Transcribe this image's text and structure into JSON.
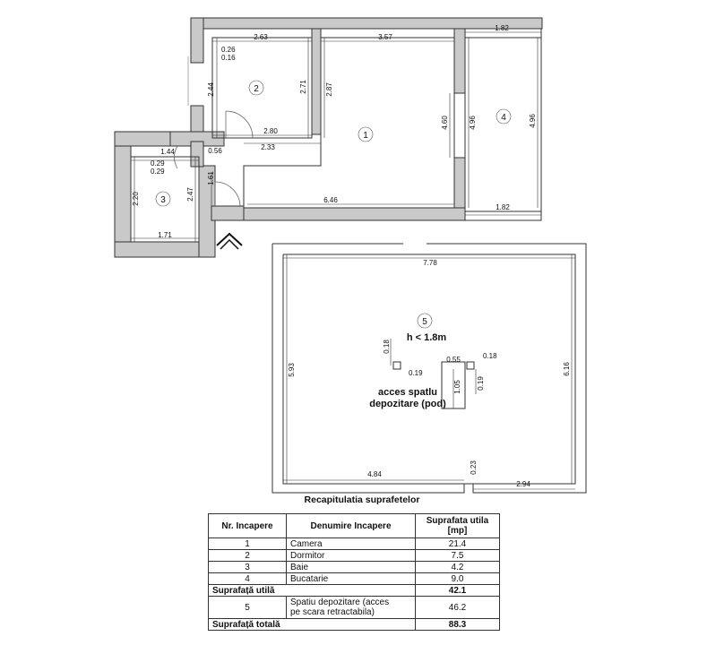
{
  "plan": {
    "rooms": [
      {
        "num": "1"
      },
      {
        "num": "2"
      },
      {
        "num": "3"
      },
      {
        "num": "4"
      },
      {
        "num": "5"
      }
    ],
    "dims": {
      "r2_top": "2.63",
      "r1_top": "3.57",
      "r4_top": "1.82",
      "r2_small_a": "0.26",
      "r2_small_b": "0.16",
      "r2_left": "2.44",
      "r2_right": "2.71",
      "r1_left": "2.87",
      "r2_bottom": "2.80",
      "r1_step": "2.33",
      "door_w": "0.56",
      "r3_top": "1.44",
      "r3_small_a": "0.29",
      "r3_small_b": "0.29",
      "r3_left": "2.20",
      "r3_right": "2.47",
      "hall": "1.61",
      "r3_bottom": "1.71",
      "r1_bottom": "6.46",
      "r1_right": "4.60",
      "r4_left": "4.96",
      "r4_right": "4.96",
      "r4_bottom": "1.82",
      "r5_top": "7.78",
      "r5_left": "5.93",
      "r5_right": "6.16",
      "r5_bottom_left": "4.84",
      "r5_bottom_step": "0.23",
      "r5_bottom_right": "2.94",
      "hatch_a": "0.18",
      "hatch_b": "0.19",
      "hatch_c": "0.55",
      "hatch_d": "0.18",
      "hatch_e": "1.05",
      "hatch_f": "0.19"
    },
    "r5_height_note": "h < 1.8m",
    "r5_access_line1": "acces spatlu",
    "r5_access_line2": "depozitare (pod)"
  },
  "table": {
    "title": "Recapitulatia suprafetelor",
    "headers": {
      "num": "Nr. Incapere",
      "name": "Denumire Incapere",
      "area_line1": "Suprafata utila",
      "area_line2": "[mp]"
    },
    "rows": [
      {
        "num": "1",
        "name": "Camera",
        "area": "21.4"
      },
      {
        "num": "2",
        "name": "Dormitor",
        "area": "7.5"
      },
      {
        "num": "3",
        "name": "Baie",
        "area": "4.2"
      },
      {
        "num": "4",
        "name": "Bucatarie",
        "area": "9.0"
      }
    ],
    "subtotal": {
      "label": "Suprafață utilă",
      "area": "42.1"
    },
    "extra": {
      "num": "5",
      "name_line1": "Spatiu depozitare (acces",
      "name_line2": "pe scara retractabila)",
      "area": "46.2"
    },
    "total": {
      "label": "Suprafață totală",
      "area": "88.3"
    }
  }
}
